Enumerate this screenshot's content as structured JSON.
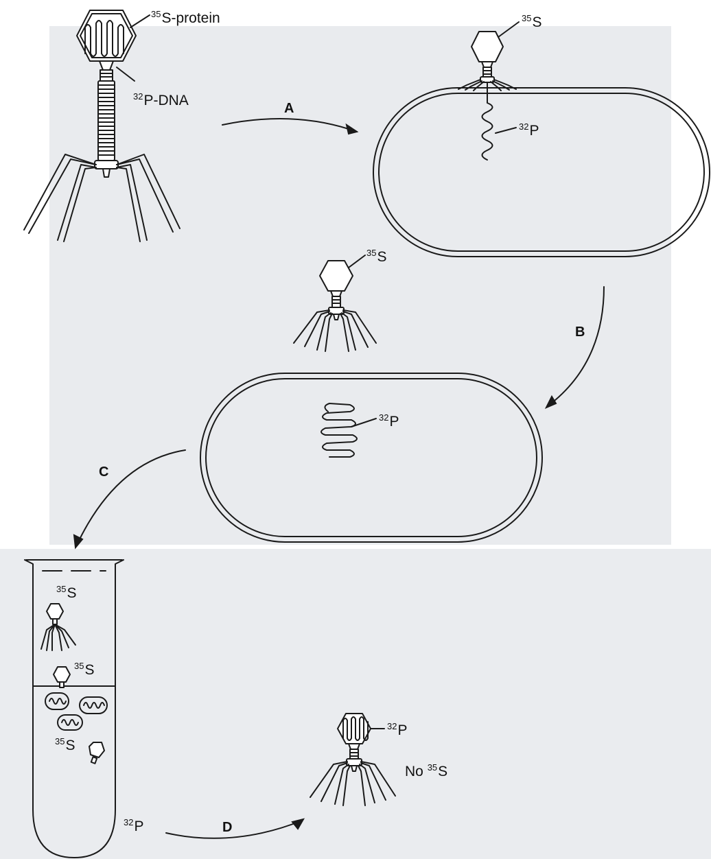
{
  "labels": {
    "protein": "S-protein",
    "protein_iso": "35",
    "dna": "P-DNA",
    "dna_iso": "32",
    "cellA_s": "S",
    "cellA_s_iso": "35",
    "cellA_p": "P",
    "cellA_p_iso": "32",
    "ghost_s": "S",
    "ghost_s_iso": "35",
    "cellB_p": "P",
    "cellB_p_iso": "32",
    "tube_s1": "S",
    "tube_s1_iso": "35",
    "tube_s2": "S",
    "tube_s2_iso": "35",
    "tube_s3": "S",
    "tube_s3_iso": "35",
    "tube_p": "P",
    "tube_p_iso": "32",
    "progeny_p": "P",
    "progeny_p_iso": "32",
    "progeny_no": "No",
    "progeny_no_s": "S",
    "progeny_no_s_iso": "35"
  },
  "steps": {
    "a": "A",
    "b": "B",
    "c": "C",
    "d": "D"
  },
  "colors": {
    "background_panel": "#e9ebee",
    "ink": "#1a1a1a"
  }
}
